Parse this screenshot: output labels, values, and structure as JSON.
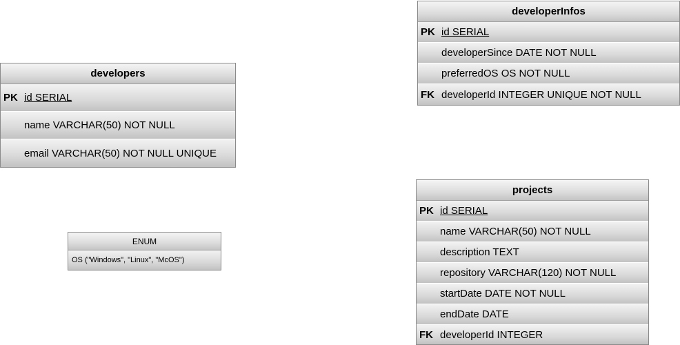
{
  "developers": {
    "title": "developers",
    "rows": [
      {
        "key": "PK",
        "field": "id SERIAL"
      },
      {
        "key": "",
        "field": "name VARCHAR(50) NOT NULL"
      },
      {
        "key": "",
        "field": "email VARCHAR(50) NOT NULL UNIQUE"
      }
    ]
  },
  "developer_infos": {
    "title": "developerInfos",
    "rows": [
      {
        "key": "PK",
        "field": "id SERIAL"
      },
      {
        "key": "",
        "field": "developerSince DATE NOT NULL"
      },
      {
        "key": "",
        "field": "preferredOS OS NOT NULL"
      },
      {
        "key": "FK",
        "field": "developerId INTEGER UNIQUE NOT NULL"
      }
    ]
  },
  "projects": {
    "title": "projects",
    "rows": [
      {
        "key": "PK",
        "field": "id SERIAL"
      },
      {
        "key": "",
        "field": "name VARCHAR(50) NOT NULL"
      },
      {
        "key": "",
        "field": "description TEXT"
      },
      {
        "key": "",
        "field": "repository VARCHAR(120) NOT NULL"
      },
      {
        "key": "",
        "field": "startDate DATE NOT NULL"
      },
      {
        "key": "",
        "field": "endDate DATE"
      },
      {
        "key": "FK",
        "field": "developerId INTEGER"
      }
    ]
  },
  "enum_box": {
    "title": "ENUM",
    "value": "OS (\"Windows\", \"Linux\", \"McOS\")"
  }
}
